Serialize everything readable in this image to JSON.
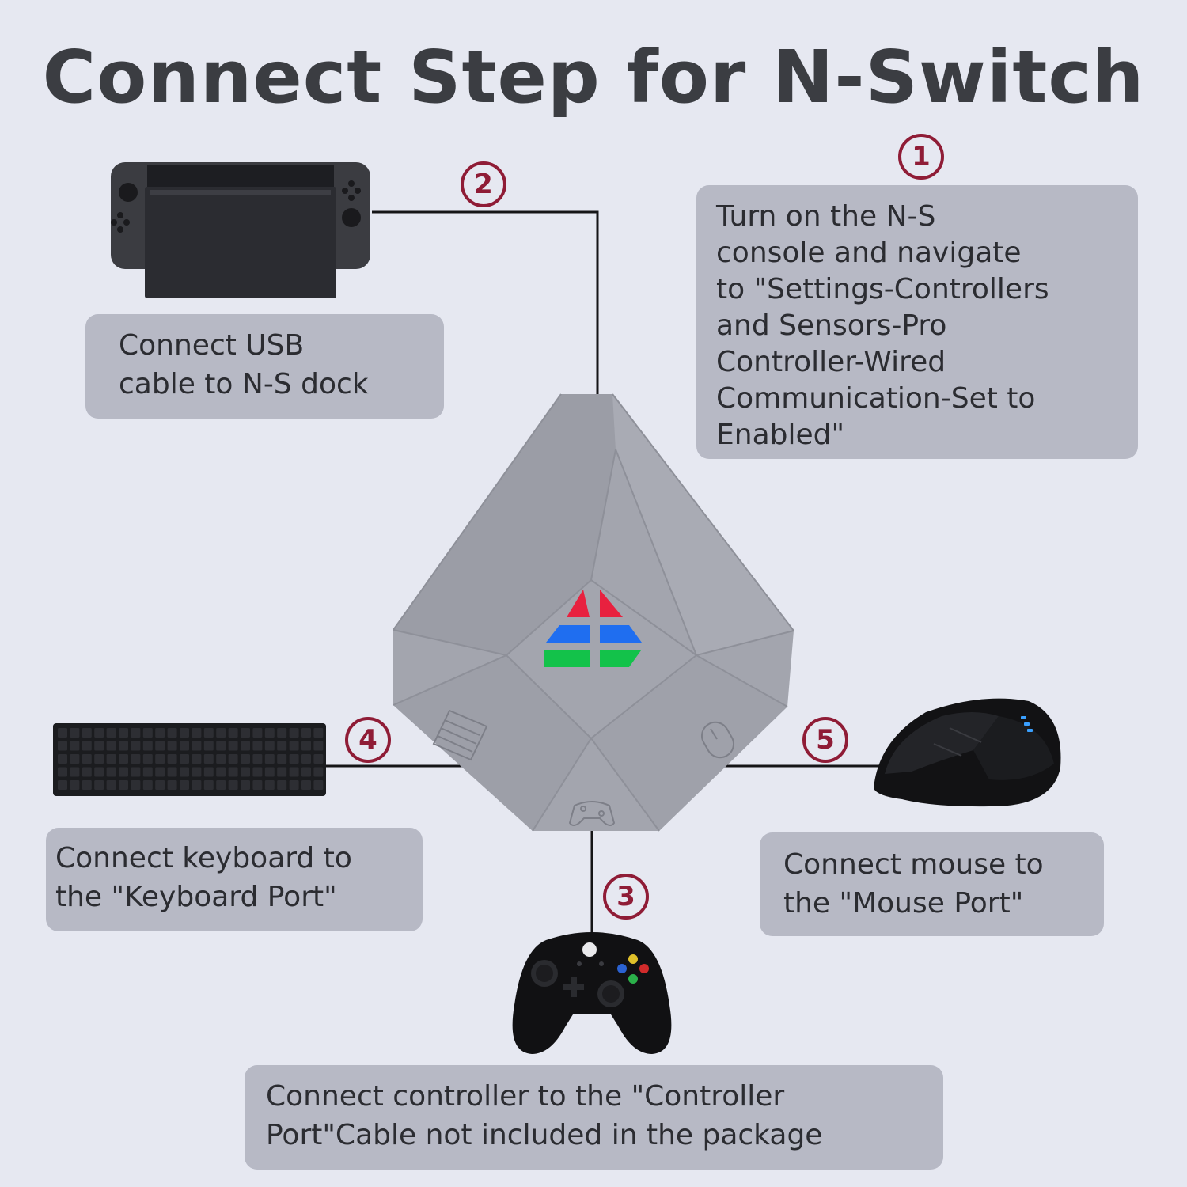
{
  "title": "Connect Step for N-Switch",
  "steps": [
    {
      "number": "1",
      "lines": [
        "Turn on the N-S",
        "console and navigate",
        "to \"Settings-Controllers",
        "and Sensors-Pro",
        "Controller-Wired",
        "Communication-Set to",
        "Enabled\""
      ]
    },
    {
      "number": "2",
      "lines": [
        "Connect USB",
        "cable to N-S dock"
      ]
    },
    {
      "number": "3",
      "lines": [
        "Connect controller to the \"Controller",
        "Port\"Cable not included in the package"
      ]
    },
    {
      "number": "4",
      "lines": [
        "Connect keyboard to",
        "the \"Keyboard Port\""
      ]
    },
    {
      "number": "5",
      "lines": [
        "Connect mouse to",
        "the \"Mouse Port\""
      ]
    }
  ],
  "colors": {
    "background": "#e6e8f1",
    "label_box": "#b7b9c5",
    "step_number": "#8f1c36",
    "hub": "#a3a5ae",
    "led_red": "#e8213f",
    "led_blue": "#1f6ef0",
    "led_green": "#13c24a"
  },
  "icons": [
    "switch-console-icon",
    "adapter-hub-icon",
    "keyboard-icon",
    "mouse-icon",
    "controller-icon"
  ]
}
